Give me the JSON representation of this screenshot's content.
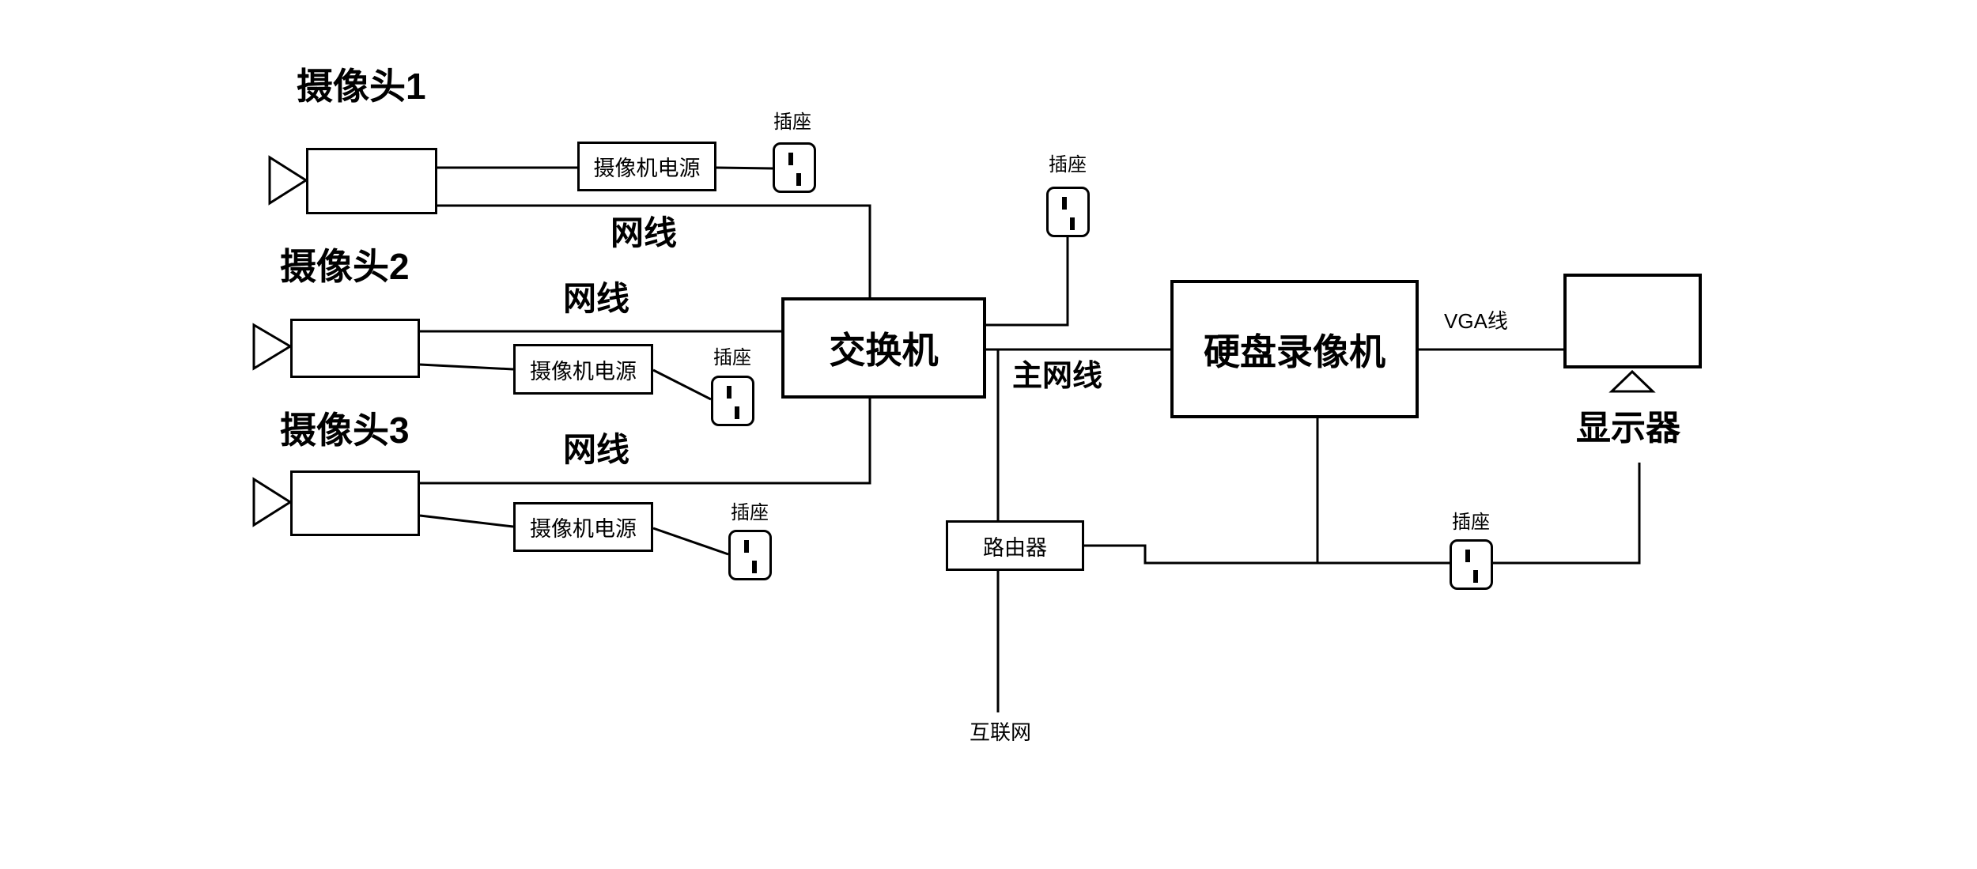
{
  "colors": {
    "background": "#ffffff",
    "line": "#000000"
  },
  "labels": {
    "camera1": "摄像头1",
    "camera2": "摄像头2",
    "camera3": "摄像头3",
    "camera_power": "摄像机电源",
    "socket": "插座",
    "net_cable": "网线",
    "main_net_cable": "主网线",
    "switch": "交换机",
    "dvr": "硬盘录像机",
    "vga_cable": "VGA线",
    "monitor": "显示器",
    "router": "路由器",
    "internet": "互联网"
  }
}
